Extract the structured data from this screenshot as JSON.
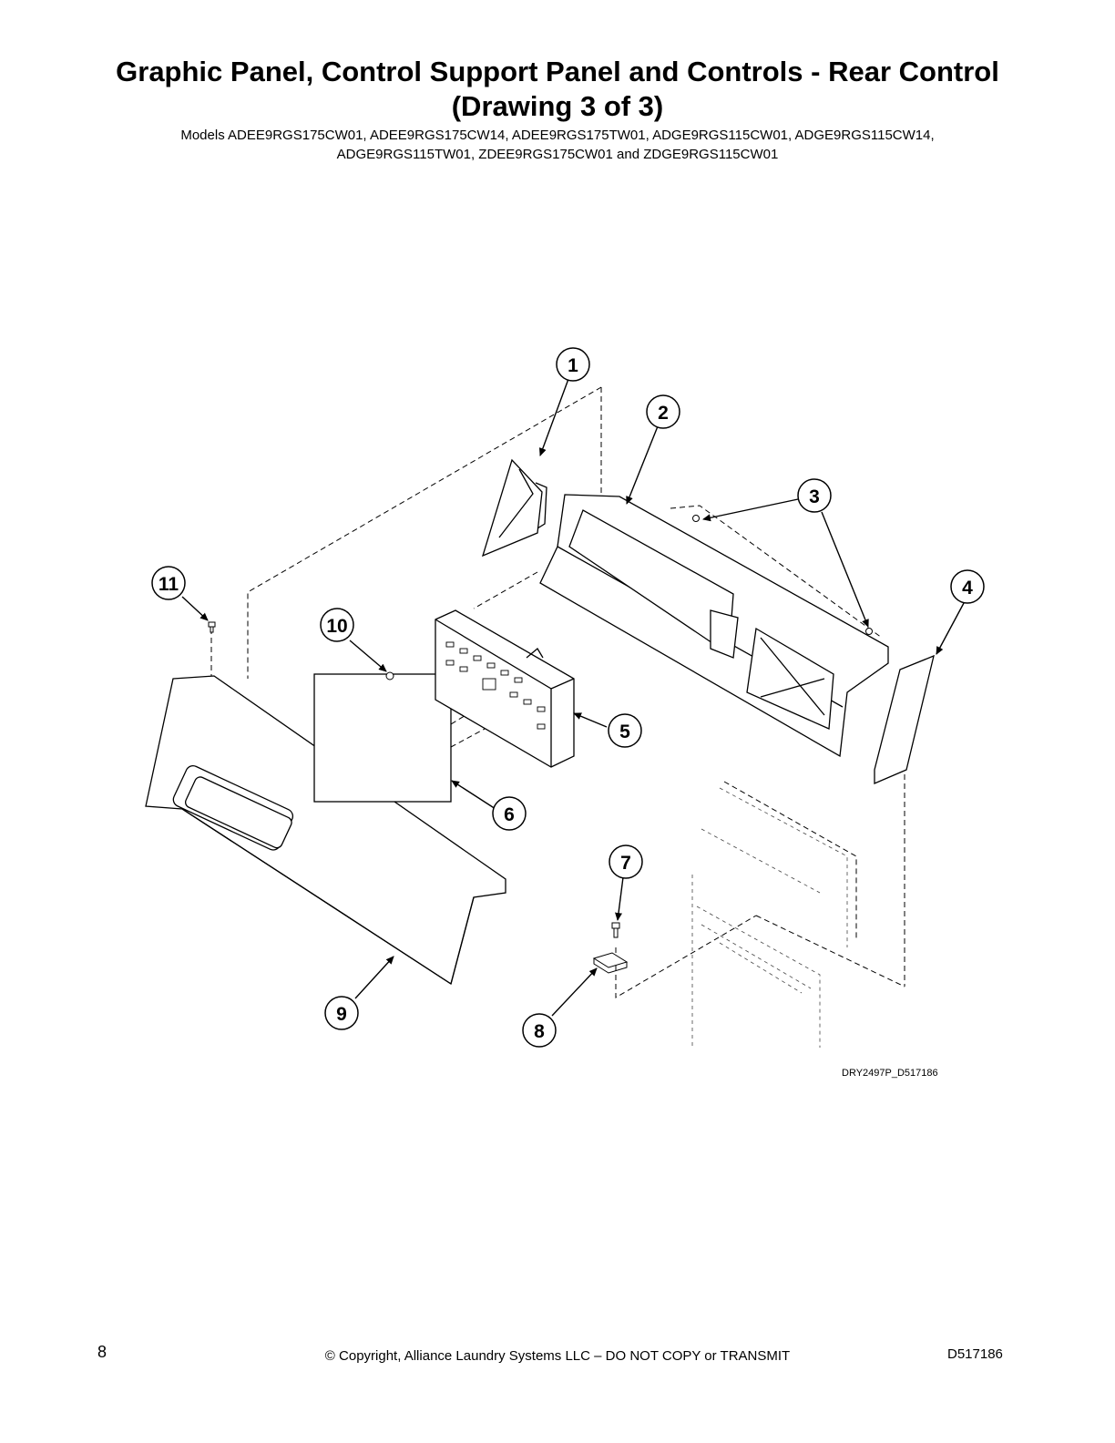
{
  "header": {
    "title_line1": "Graphic Panel, Control Support Panel and Controls - Rear Control",
    "title_line2": "(Drawing 3 of 3)",
    "models_line1": "Models ADEE9RGS175CW01, ADEE9RGS175CW14, ADEE9RGS175TW01, ADGE9RGS115CW01, ADGE9RGS115CW14,",
    "models_line2": "ADGE9RGS115TW01, ZDEE9RGS175CW01 and ZDGE9RGS115CW01"
  },
  "diagram": {
    "callouts": [
      "1",
      "2",
      "3",
      "4",
      "5",
      "6",
      "7",
      "8",
      "9",
      "10",
      "11"
    ],
    "drawing_id": "DRY2497P_D517186"
  },
  "footer": {
    "page_number": "8",
    "copyright": "© Copyright, Alliance Laundry Systems LLC – DO NOT COPY or TRANSMIT",
    "doc_number": "D517186"
  }
}
